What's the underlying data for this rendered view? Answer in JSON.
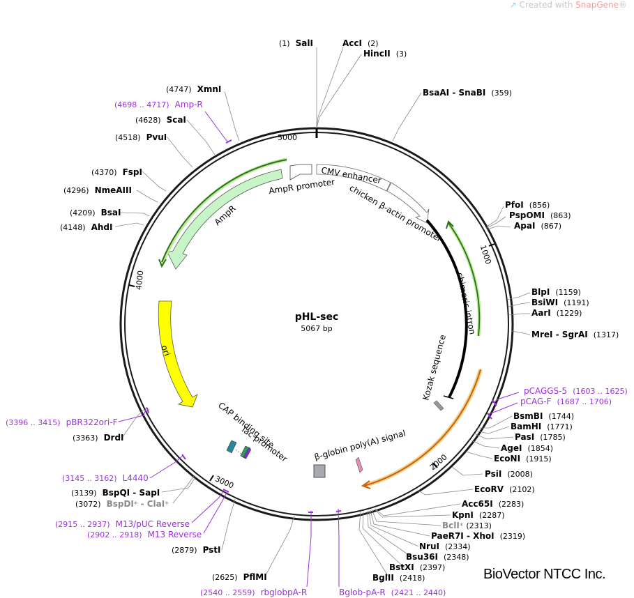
{
  "watermark": {
    "prefix": "Created with ",
    "brand": "SnapGene",
    "suffix": "®"
  },
  "company": "BioVector NTCC Inc.",
  "plasmid": {
    "name": "pHL-sec",
    "length": "5067 bp"
  },
  "ticks": [
    "1000",
    "2000",
    "3000",
    "4000",
    "5000"
  ],
  "enzymes": [
    {
      "name": "SalI",
      "pos": "(1)"
    },
    {
      "name": "AccI",
      "pos": "(2)"
    },
    {
      "name": "HincII",
      "pos": "(3)"
    },
    {
      "name": "BsaAI - SnaBI",
      "pos": "(359)"
    },
    {
      "name": "PfoI",
      "pos": "(856)"
    },
    {
      "name": "PspOMI",
      "pos": "(863)"
    },
    {
      "name": "ApaI",
      "pos": "(867)"
    },
    {
      "name": "BlpI",
      "pos": "(1159)"
    },
    {
      "name": "BsiWI",
      "pos": "(1191)"
    },
    {
      "name": "AarI",
      "pos": "(1229)"
    },
    {
      "name": "MreI - SgrAI",
      "pos": "(1317)"
    },
    {
      "name": "BsmBI",
      "pos": "(1744)"
    },
    {
      "name": "BamHI",
      "pos": "(1771)"
    },
    {
      "name": "PasI",
      "pos": "(1785)"
    },
    {
      "name": "AgeI",
      "pos": "(1854)"
    },
    {
      "name": "EcoNI",
      "pos": "(1915)"
    },
    {
      "name": "PsiI",
      "pos": "(2008)"
    },
    {
      "name": "EcoRV",
      "pos": "(2102)"
    },
    {
      "name": "Acc65I",
      "pos": "(2283)"
    },
    {
      "name": "KpnI",
      "pos": "(2287)"
    },
    {
      "name": "BclI",
      "mark": "*",
      "pos": "(2313)"
    },
    {
      "name": "PaeR7I - XhoI",
      "pos": "(2319)"
    },
    {
      "name": "NruI",
      "pos": "(2334)"
    },
    {
      "name": "Bsu36I",
      "pos": "(2348)"
    },
    {
      "name": "BstXI",
      "pos": "(2397)"
    },
    {
      "name": "BglII",
      "pos": "(2418)"
    },
    {
      "name": "PflMI",
      "pos": "(2625)"
    },
    {
      "name": "PstI",
      "pos": "(2879)"
    },
    {
      "name": "BspQI - SapI",
      "pos": "(3139)"
    },
    {
      "name": "BspDI",
      "mark": "*",
      "name2": "ClaI",
      "mark2": "*",
      "pos": "(3072)"
    },
    {
      "name": "DrdI",
      "pos": "(3363)"
    },
    {
      "name": "AhdI",
      "pos": "(4148)"
    },
    {
      "name": "BsaI",
      "pos": "(4209)"
    },
    {
      "name": "NmeAIII",
      "pos": "(4296)"
    },
    {
      "name": "FspI",
      "pos": "(4370)"
    },
    {
      "name": "PvuI",
      "pos": "(4518)"
    },
    {
      "name": "ScaI",
      "pos": "(4628)"
    },
    {
      "name": "XmnI",
      "pos": "(4747)"
    }
  ],
  "primers": [
    {
      "range": "(4698 .. 4717)",
      "name": "Amp-R"
    },
    {
      "range": "(1603 .. 1625)",
      "name": "pCAGGS-5"
    },
    {
      "range": "(1687 .. 1706)",
      "name": "pCAG-F"
    },
    {
      "range": "(3396 .. 3415)",
      "name": "pBR322ori-F"
    },
    {
      "range": "(3145 .. 3162)",
      "name": "L4440"
    },
    {
      "range": "(2915 .. 2937)",
      "name": "M13/pUC Reverse"
    },
    {
      "range": "(2902 .. 2918)",
      "name": "M13 Reverse"
    },
    {
      "range": "(2540 .. 2559)",
      "name": "rbglobpA-R"
    },
    {
      "range": "(2421 .. 2440)",
      "name": "Bglob-pA-R"
    }
  ],
  "features": {
    "cmv": "CMV enhancer",
    "chicken": "chicken β-actin promoter",
    "chimeric": "chimeric intron",
    "kozak": "Kozak sequence",
    "globin": "β-globin poly(A) signal",
    "cap": "CAP binding site",
    "lac": "lac promoter",
    "ori": "ori",
    "ampr": "AmpR",
    "amprprom": "AmpR promoter"
  },
  "colors": {
    "ampr_fill": "#c8f5c8",
    "ampr_arrow": "#2f6d1a",
    "ori": "#ffff00",
    "insert_arrow": "#c9620a",
    "insert_glow": "#f2d08a",
    "primer": "#9b30d9",
    "cap": "#27889a",
    "lac": "#2e9e5c",
    "globin": "#e08fb3",
    "kozak": "#888888"
  }
}
